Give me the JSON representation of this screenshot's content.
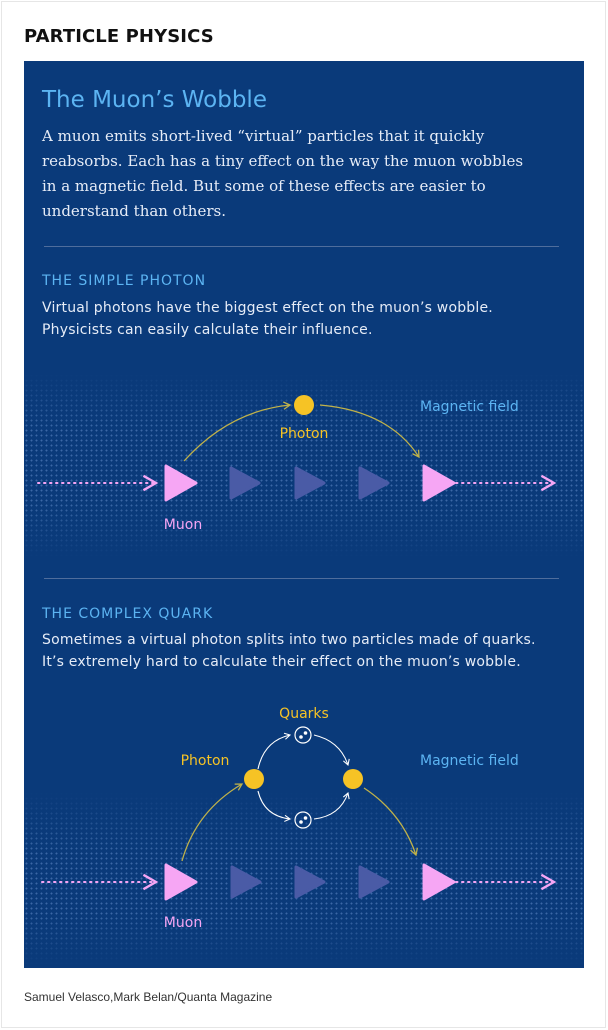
{
  "section_label": "PARTICLE PHYSICS",
  "title": "The Muon’s Wobble",
  "intro": "A muon emits short-lived “virtual” particles that it quickly reabsorbs. Each has a tiny effect on the way the muon wobbles in a magnetic field. But some of these effects are easier to understand than others.",
  "simple": {
    "heading": "THE SIMPLE PHOTON",
    "text": "Virtual photons have the biggest effect on the muon’s wobble. Physicists can easily calculate their influence.",
    "labels": {
      "photon": "Photon",
      "magnetic_field": "Magnetic field",
      "muon": "Muon"
    }
  },
  "complex": {
    "heading": "THE COMPLEX QUARK",
    "text": "Sometimes a virtual photon splits into two particles made of quarks. It’s extremely hard to calculate their effect on the muon’s wobble.",
    "labels": {
      "quarks": "Quarks",
      "photon": "Photon",
      "magnetic_field": "Magnetic field",
      "muon": "Muon"
    }
  },
  "credit": "Samuel Velasco,Mark Belan/Quanta Magazine",
  "colors": {
    "panel": "#0a3a7a",
    "accent_blue": "#5cb4f2",
    "muon_pink": "#f6a6f4",
    "ghost_triangle": "#4a5ba6",
    "photon_yellow": "#f6c325",
    "arrow_olive": "#c0b24a"
  }
}
